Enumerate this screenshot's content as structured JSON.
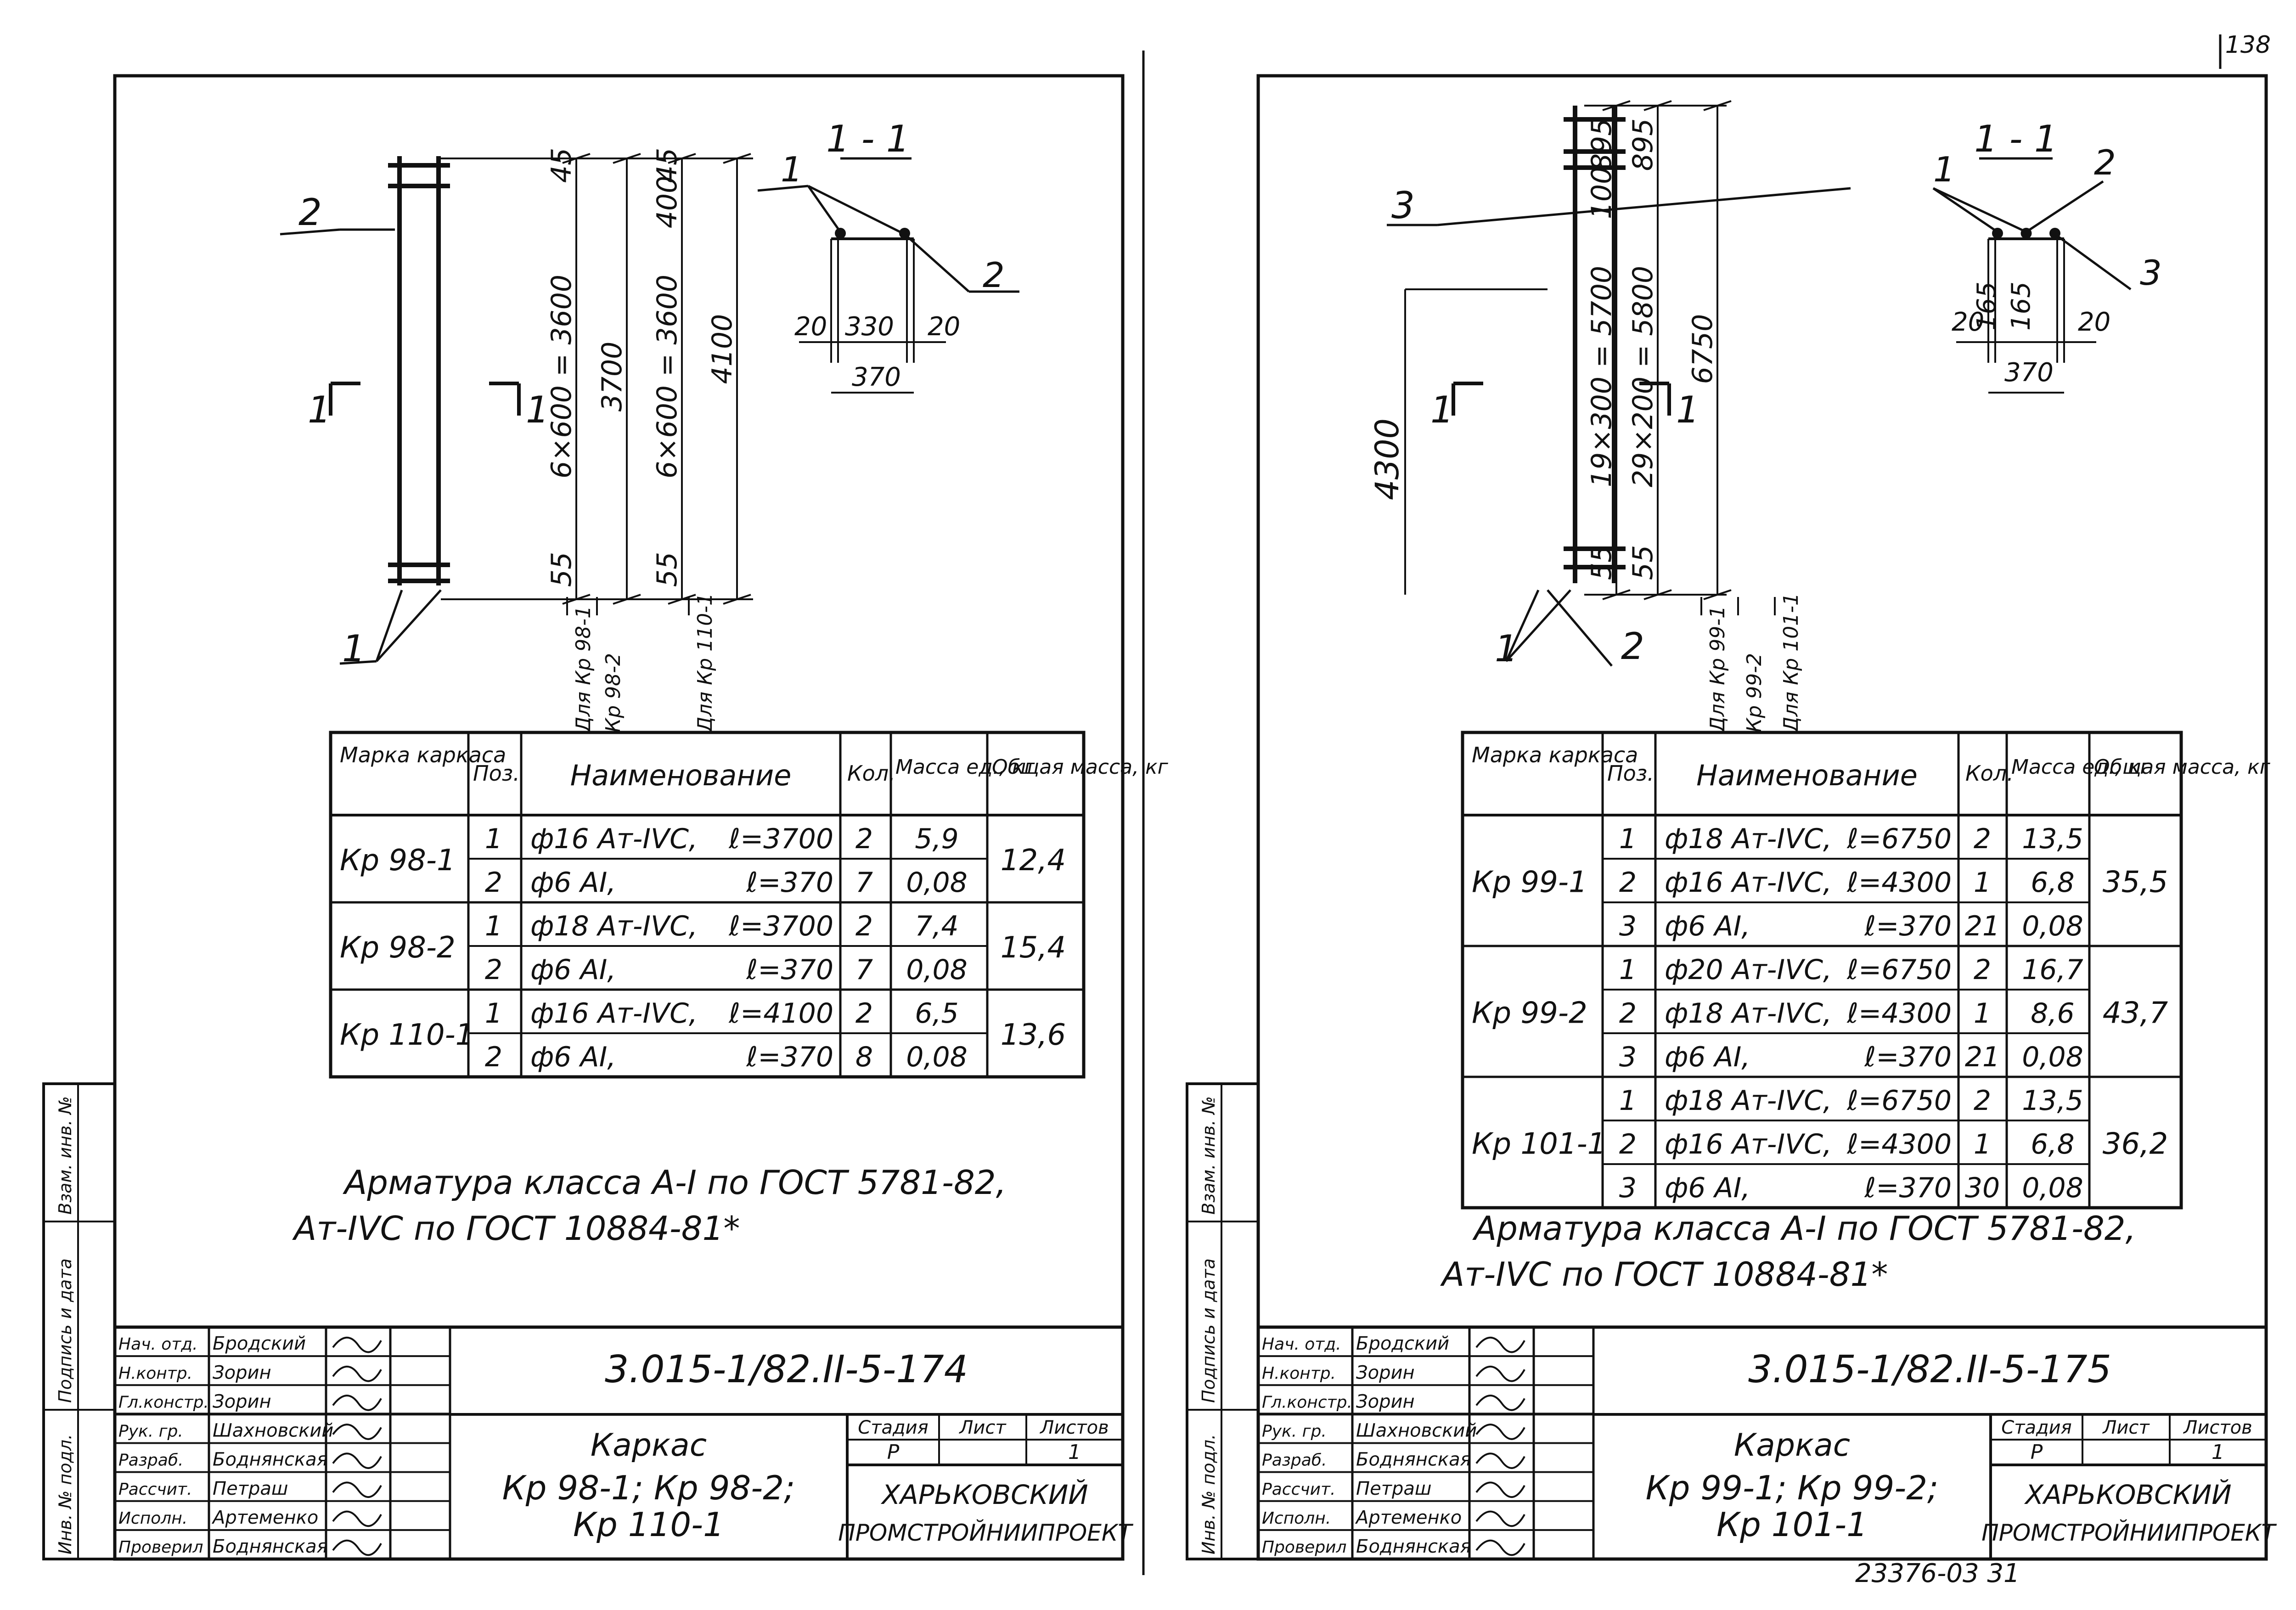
{
  "page_number": "138",
  "archive_number": "23376-03  31",
  "sheets": [
    {
      "id": "left",
      "section_title": "1 - 1",
      "section_mark_left": "1",
      "section_mark_right": "1",
      "leaders": [
        "1",
        "2"
      ],
      "section_pos": [
        "1",
        "2"
      ],
      "dims_vertical": [
        "45",
        "6×600 = 3600",
        "55",
        "3700",
        "45",
        "400",
        "6×600 = 3600",
        "55",
        "4100"
      ],
      "dims_section": [
        "20",
        "330",
        "20",
        "370"
      ],
      "dim_notes": [
        "Для Кр 98-1",
        "Кр 98-2",
        "Для Кр 110-1"
      ],
      "table": {
        "headers": [
          "Марка каркаса",
          "Поз.",
          "Наименование",
          "Кол.",
          "Масса ед., кг",
          "Общая масса, кг"
        ],
        "groups": [
          {
            "mark": "Кр 98-1",
            "total": "12,4",
            "rows": [
              {
                "pos": "1",
                "name": "ф16 Ат-IVC,",
                "len": "ℓ=3700",
                "qty": "2",
                "mass": "5,9"
              },
              {
                "pos": "2",
                "name": "ф6 AI,",
                "len": "ℓ=370",
                "qty": "7",
                "mass": "0,08"
              }
            ]
          },
          {
            "mark": "Кр 98-2",
            "total": "15,4",
            "rows": [
              {
                "pos": "1",
                "name": "ф18 Ат-IVC,",
                "len": "ℓ=3700",
                "qty": "2",
                "mass": "7,4"
              },
              {
                "pos": "2",
                "name": "ф6 AI,",
                "len": "ℓ=370",
                "qty": "7",
                "mass": "0,08"
              }
            ]
          },
          {
            "mark": "Кр 110-1",
            "total": "13,6",
            "rows": [
              {
                "pos": "1",
                "name": "ф16 Ат-IVC,",
                "len": "ℓ=4100",
                "qty": "2",
                "mass": "6,5"
              },
              {
                "pos": "2",
                "name": "ф6 AI,",
                "len": "ℓ=370",
                "qty": "8",
                "mass": "0,08"
              }
            ]
          }
        ]
      },
      "note_line1": "Арматура класса А-I по ГОСТ 5781-82,",
      "note_line2": "Ат-IVC по ГОСТ 10884-81*",
      "title_block": {
        "doc_code": "3.015-1/82.II-5-174",
        "title_line1": "Каркас",
        "title_line2": "Кр 98-1; Кр 98-2;",
        "title_line3": "Кр 110-1",
        "stage_head": [
          "Стадия",
          "Лист",
          "Листов"
        ],
        "stage_vals": [
          "Р",
          "",
          "1"
        ],
        "org_line1": "ХАРЬКОВСКИЙ",
        "org_line2": "ПРОМСТРОЙНИИПРОЕКТ",
        "signatures": [
          {
            "role": "Нач. отд.",
            "name": "Бродский"
          },
          {
            "role": "Н.контр.",
            "name": "Зорин"
          },
          {
            "role": "Гл.констр.",
            "name": "Зорин"
          },
          {
            "role": "Рук. гр.",
            "name": "Шахновский"
          },
          {
            "role": "Разраб.",
            "name": "Боднянская"
          },
          {
            "role": "Рассчит.",
            "name": "Петраш"
          },
          {
            "role": "Исполн.",
            "name": "Артеменко"
          },
          {
            "role": "Проверил",
            "name": "Боднянская"
          }
        ]
      },
      "side_labels": [
        "Взам. инв. №",
        "Подпись и дата",
        "Инв. № подл."
      ]
    },
    {
      "id": "right",
      "section_title": "1 - 1",
      "section_mark_left": "1",
      "section_mark_right": "1",
      "leaders": [
        "3",
        "1",
        "2"
      ],
      "section_pos": [
        "1",
        "2",
        "3"
      ],
      "dims_vertical": [
        "4300",
        "895",
        "100",
        "19×300 = 5700",
        "55",
        "895",
        "29×200 = 5800",
        "55",
        "6750"
      ],
      "dims_section": [
        "20",
        "165",
        "165",
        "20",
        "370"
      ],
      "dim_notes": [
        "Для Кр 99-1",
        "Кр 99-2",
        "Для Кр 101-1"
      ],
      "table": {
        "headers": [
          "Марка каркаса",
          "Поз.",
          "Наименование",
          "Кол.",
          "Масса ед., кг",
          "Общая масса, кг"
        ],
        "groups": [
          {
            "mark": "Кр 99-1",
            "total": "35,5",
            "rows": [
              {
                "pos": "1",
                "name": "ф18 Ат-IVC,",
                "len": "ℓ=6750",
                "qty": "2",
                "mass": "13,5"
              },
              {
                "pos": "2",
                "name": "ф16 Ат-IVC,",
                "len": "ℓ=4300",
                "qty": "1",
                "mass": "6,8"
              },
              {
                "pos": "3",
                "name": "ф6 AI,",
                "len": "ℓ=370",
                "qty": "21",
                "mass": "0,08"
              }
            ]
          },
          {
            "mark": "Кр 99-2",
            "total": "43,7",
            "rows": [
              {
                "pos": "1",
                "name": "ф20 Ат-IVC,",
                "len": "ℓ=6750",
                "qty": "2",
                "mass": "16,7"
              },
              {
                "pos": "2",
                "name": "ф18 Ат-IVC,",
                "len": "ℓ=4300",
                "qty": "1",
                "mass": "8,6"
              },
              {
                "pos": "3",
                "name": "ф6 AI,",
                "len": "ℓ=370",
                "qty": "21",
                "mass": "0,08"
              }
            ]
          },
          {
            "mark": "Кр 101-1",
            "total": "36,2",
            "rows": [
              {
                "pos": "1",
                "name": "ф18 Ат-IVC,",
                "len": "ℓ=6750",
                "qty": "2",
                "mass": "13,5"
              },
              {
                "pos": "2",
                "name": "ф16 Ат-IVC,",
                "len": "ℓ=4300",
                "qty": "1",
                "mass": "6,8"
              },
              {
                "pos": "3",
                "name": "ф6 AI,",
                "len": "ℓ=370",
                "qty": "30",
                "mass": "0,08"
              }
            ]
          }
        ]
      },
      "note_line1": "Арматура класса А-I по ГОСТ 5781-82,",
      "note_line2": "Ат-IVC по ГОСТ 10884-81*",
      "title_block": {
        "doc_code": "3.015-1/82.II-5-175",
        "title_line1": "Каркас",
        "title_line2": "Кр 99-1; Кр 99-2;",
        "title_line3": "Кр 101-1",
        "stage_head": [
          "Стадия",
          "Лист",
          "Листов"
        ],
        "stage_vals": [
          "Р",
          "",
          "1"
        ],
        "org_line1": "ХАРЬКОВСКИЙ",
        "org_line2": "ПРОМСТРОЙНИИПРОЕКТ",
        "signatures": [
          {
            "role": "Нач. отд.",
            "name": "Бродский"
          },
          {
            "role": "Н.контр.",
            "name": "Зорин"
          },
          {
            "role": "Гл.констр.",
            "name": "Зорин"
          },
          {
            "role": "Рук. гр.",
            "name": "Шахновский"
          },
          {
            "role": "Разраб.",
            "name": "Боднянская"
          },
          {
            "role": "Рассчит.",
            "name": "Петраш"
          },
          {
            "role": "Исполн.",
            "name": "Артеменко"
          },
          {
            "role": "Проверил",
            "name": "Боднянская"
          }
        ]
      },
      "side_labels": [
        "Взам. инв. №",
        "Подпись и дата",
        "Инв. № подл."
      ]
    }
  ]
}
